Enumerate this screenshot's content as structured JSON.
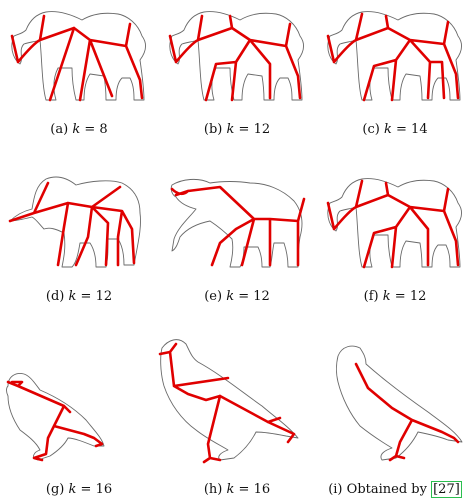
{
  "panels": [
    {
      "id": "a",
      "label": "(a)",
      "k": "8"
    },
    {
      "id": "b",
      "label": "(b)",
      "k": "12"
    },
    {
      "id": "c",
      "label": "(c)",
      "k": "14"
    },
    {
      "id": "d",
      "label": "(d)",
      "k": "12"
    },
    {
      "id": "e",
      "label": "(e)",
      "k": "12"
    },
    {
      "id": "f",
      "label": "(f)",
      "k": "12"
    },
    {
      "id": "g",
      "label": "(g)",
      "k": "16"
    },
    {
      "id": "h",
      "label": "(h)",
      "k": "16"
    },
    {
      "id": "i",
      "label": "(i)",
      "text": "Obtained by",
      "citation": "[27]"
    }
  ],
  "colors": {
    "skeleton": "#e00000",
    "outline": "#6a6a6a",
    "citation_box": "#2bbf4f"
  }
}
